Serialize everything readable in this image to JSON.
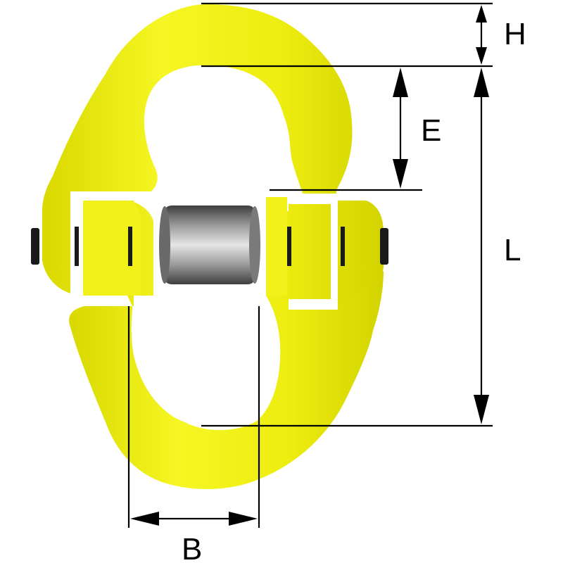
{
  "colors": {
    "link_body": "#f0f014",
    "link_shade": "#c8c800",
    "link_highlight": "#fbfb8a",
    "pin_dark": "#5a5a5a",
    "pin_light": "#d8d8d8",
    "pin_end": "#1a1a1a",
    "dimension_line": "#000000",
    "background": "#ffffff"
  },
  "dimensions": {
    "h_label": "H",
    "e_label": "E",
    "l_label": "L",
    "b_label": "B"
  },
  "parts": {
    "link": "yellow-connecting-link",
    "pin": "load-pin"
  }
}
